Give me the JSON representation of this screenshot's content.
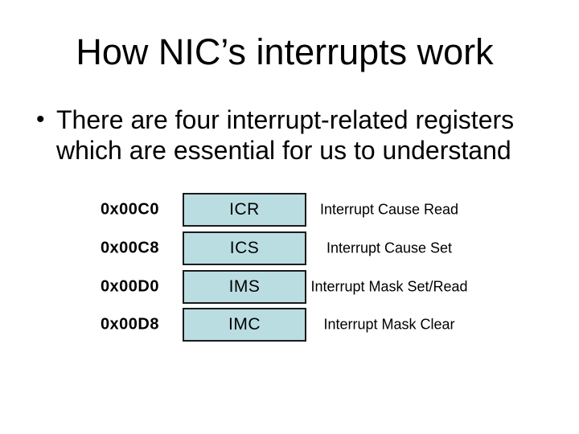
{
  "slide": {
    "title": "How NIC’s interrupts work",
    "bullet": {
      "marker": "•",
      "lines": [
        "There are four interrupt-related registers",
        "which are essential for us to understand"
      ]
    },
    "registers": {
      "rows": [
        {
          "address": "0x00C0",
          "acronym": "ICR",
          "description": "Interrupt Cause Read"
        },
        {
          "address": "0x00C8",
          "acronym": "ICS",
          "description": "Interrupt Cause Set"
        },
        {
          "address": "0x00D0",
          "acronym": "IMS",
          "description": "Interrupt Mask Set/Read"
        },
        {
          "address": "0x00D8",
          "acronym": "IMC",
          "description": "Interrupt Mask Clear"
        }
      ]
    },
    "colors": {
      "background": "#ffffff",
      "text": "#000000",
      "box_fill": "#badde2",
      "box_border": "#1b1b1b"
    }
  }
}
